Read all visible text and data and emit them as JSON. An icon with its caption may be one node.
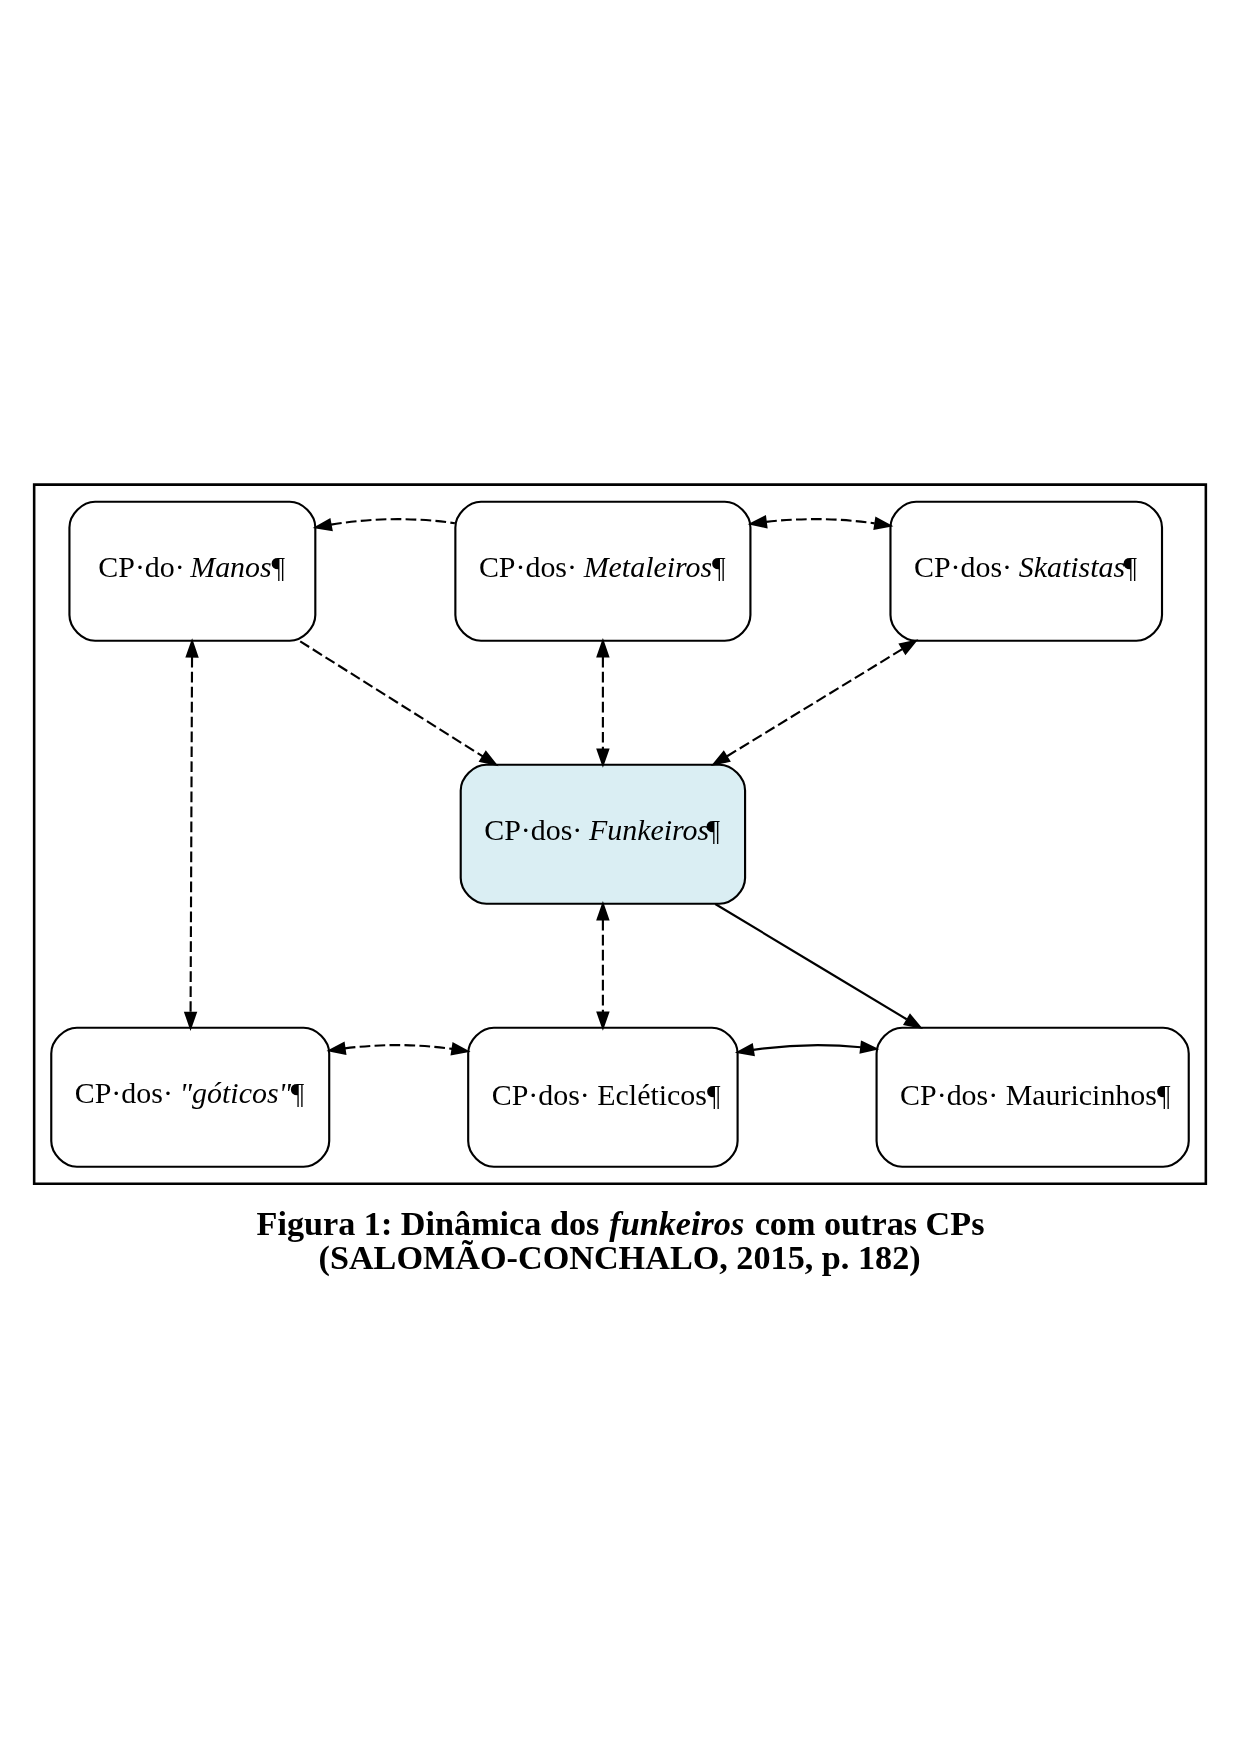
{
  "diagram": {
    "caption": "Figura 1: Dinâmica dos *funkeiros* com outras CPs (SALOMÃO-CONCHALO, 2015, p. 182)",
    "nodes": [
      {
        "text": [],
        "shape": "box"
      },
      {
        "text": [
          "CP·do· *Manos*¶"
        ],
        "in": 0
      },
      {
        "text": [
          "CP·dos· *Metaleiros*¶"
        ],
        "in": 0
      },
      {
        "text": [
          "CP·dos· *Skatistas*¶"
        ],
        "in": 0
      },
      {
        "text": [
          "CP·dos· *Funkeiros*¶"
        ],
        "in": 0
      },
      {
        "text": [
          "CP·dos· *\"góticos\"*¶"
        ],
        "in": 0
      },
      {
        "text": [
          "CP·dos· Ecléticos¶"
        ],
        "in": 0
      },
      {
        "text": [
          "CP·dos· Mauricinhos¶"
        ],
        "in": 0
      }
    ],
    "edges": [
      {
        "from": 2,
        "to": 1,
        "arrow": "to",
        "style": "dashed"
      },
      {
        "from": 2,
        "to": 3,
        "arrow": "both",
        "style": "dashed"
      },
      {
        "from": 1,
        "to": 5,
        "arrow": "both",
        "style": "dashed"
      },
      {
        "from": 1,
        "to": 4,
        "arrow": "to",
        "style": "dashed"
      },
      {
        "from": 2,
        "to": 4,
        "arrow": "both",
        "style": "dashed"
      },
      {
        "from": 3,
        "to": 4,
        "arrow": "both",
        "style": "dashed"
      },
      {
        "from": 4,
        "to": 6,
        "arrow": "both",
        "style": "dashed"
      },
      {
        "from": 4,
        "to": 7,
        "arrow": "to"
      },
      {
        "from": 5,
        "to": 6,
        "arrow": "both",
        "style": "dashed"
      },
      {
        "from": 6,
        "to": 7,
        "arrow": "both"
      }
    ]
  }
}
